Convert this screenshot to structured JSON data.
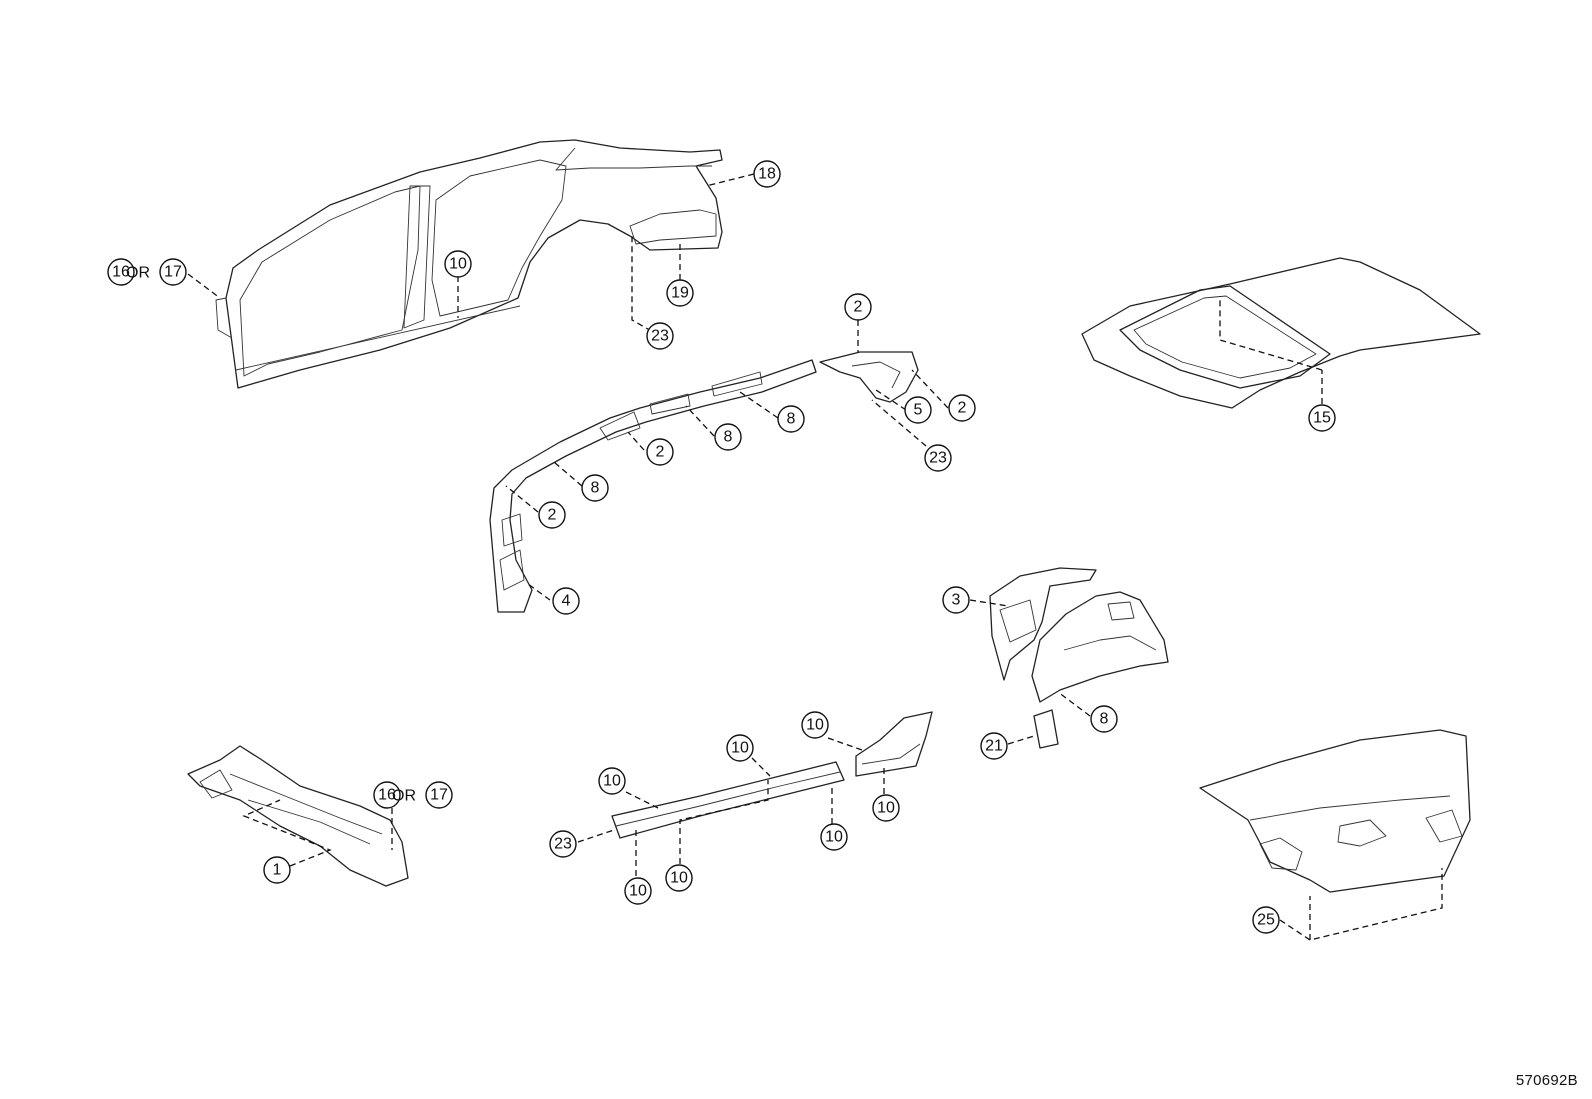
{
  "diagram_id": "570692B",
  "or_label": "OR",
  "callouts": {
    "c16a": "16",
    "c17a": "17",
    "c10a": "10",
    "c18": "18",
    "c19": "19",
    "c23a": "23",
    "c2a": "2",
    "c2b": "2",
    "c2c": "2",
    "c2d": "2",
    "c5": "5",
    "c23b": "23",
    "c8a": "8",
    "c8b": "8",
    "c8c": "8",
    "c4": "4",
    "c15": "15",
    "c3": "3",
    "c8d": "8",
    "c21": "21",
    "c16b": "16",
    "c17b": "17",
    "c1": "1",
    "c10b": "10",
    "c10c": "10",
    "c10d": "10",
    "c10e": "10",
    "c10f": "10",
    "c10g": "10",
    "c10h": "10",
    "c23c": "23",
    "c25": "25"
  }
}
